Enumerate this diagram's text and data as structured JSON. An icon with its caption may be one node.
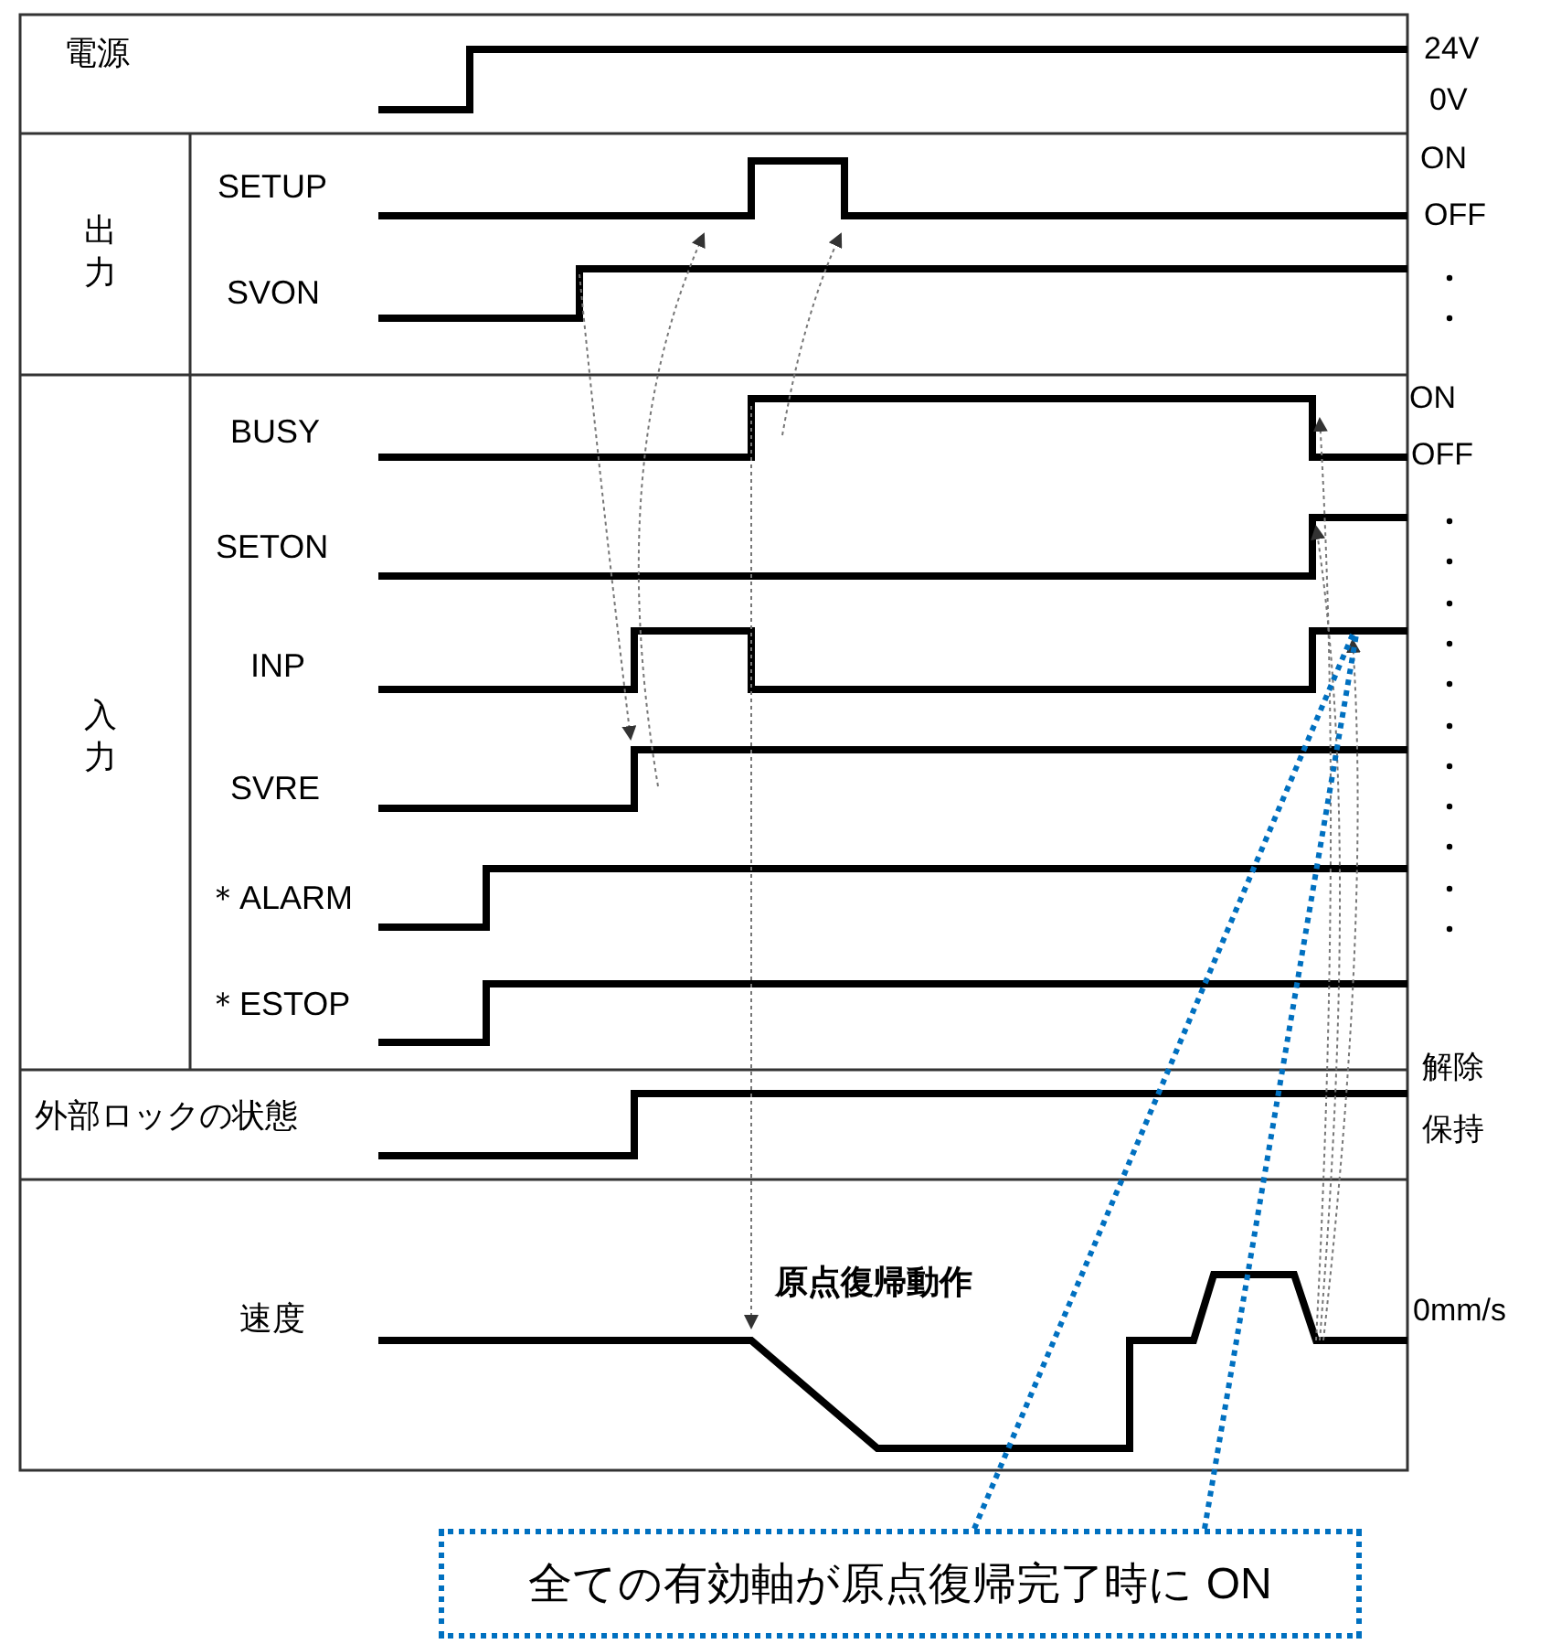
{
  "diagram": {
    "nodes": [
      {
        "text": [
          "全ての有効軸が原点復帰完了時に ON"
        ]
      },
      {
        "text": [],
        "shape": "line"
      }
    ],
    "edges": [
      {
        "from": 0,
        "to": 1,
        "arrow": "none",
        "style": "dashed",
        "color": "#0070c0"
      },
      {
        "from": 0,
        "to": 1,
        "arrow": "none",
        "style": "dashed",
        "color": "#0070c0"
      }
    ],
    "labels": [
      "電源",
      "24V",
      "0V",
      "出力",
      "SETUP",
      "ON",
      "OFF",
      "SVON",
      "入力",
      "BUSY",
      "ON",
      "OFF",
      "SETON",
      "INP",
      "SVRE",
      "＊ALARM",
      "＊ESTOP",
      "外部ロックの状態",
      "解除",
      "保持",
      "原点復帰動作",
      "速度",
      "0mm/s"
    ]
  }
}
